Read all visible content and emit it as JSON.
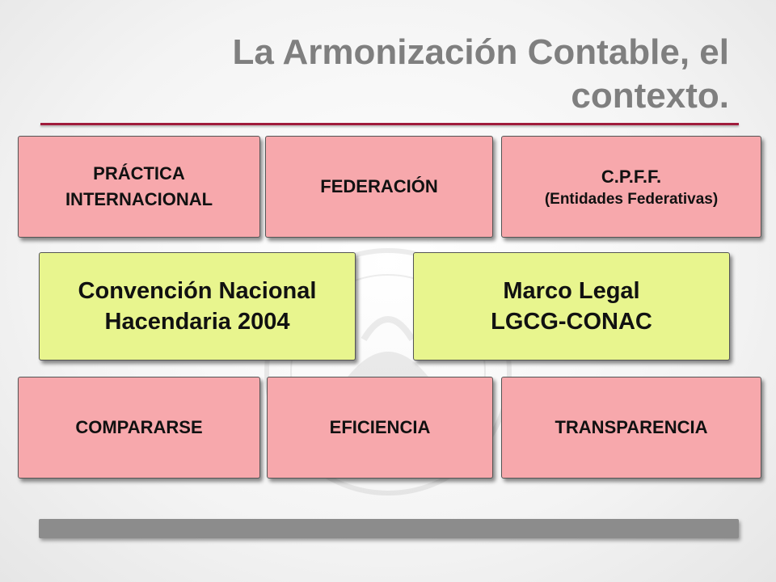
{
  "slide": {
    "title": "La Armonización Contable, el contexto.",
    "top_row": [
      {
        "line1": "PRÁCTICA",
        "line2": "INTERNACIONAL"
      },
      {
        "line1": "FEDERACIÓN"
      },
      {
        "line1": "C.P.F.F.",
        "line2": "(Entidades Federativas)"
      }
    ],
    "middle_row": [
      {
        "line1": "Convención Nacional",
        "line2": "Hacendaria 2004"
      },
      {
        "line1": "Marco Legal",
        "line2": "LGCG-CONAC"
      }
    ],
    "bottom_row": [
      {
        "line1": "COMPARARSE"
      },
      {
        "line1": "EFICIENCIA"
      },
      {
        "line1": "TRANSPARENCIA"
      }
    ],
    "colors": {
      "pink_box": "#f7a8ac",
      "green_box": "#e8f58e",
      "title_rule": "#a01c3c",
      "title_text": "#7f7f7f",
      "footer_bar": "#8c8c8c"
    }
  }
}
